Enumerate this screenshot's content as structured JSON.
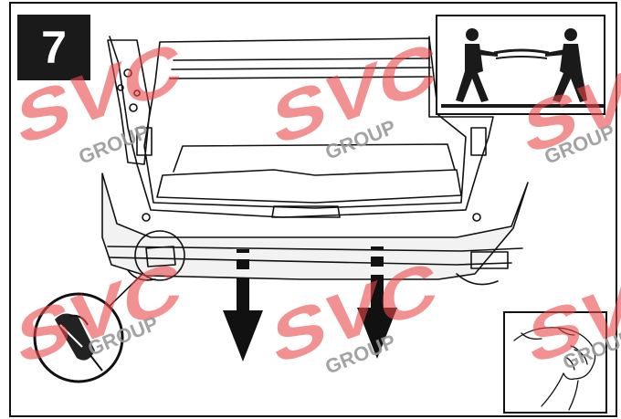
{
  "step": {
    "number": "7"
  },
  "watermark": {
    "logo_text": "SVC",
    "group_text": "GROUP",
    "color": "#e8474a"
  },
  "colors": {
    "line": "#111111",
    "bumper_fill": "#f2f2f2",
    "badge_bg": "#1a1a1a"
  }
}
